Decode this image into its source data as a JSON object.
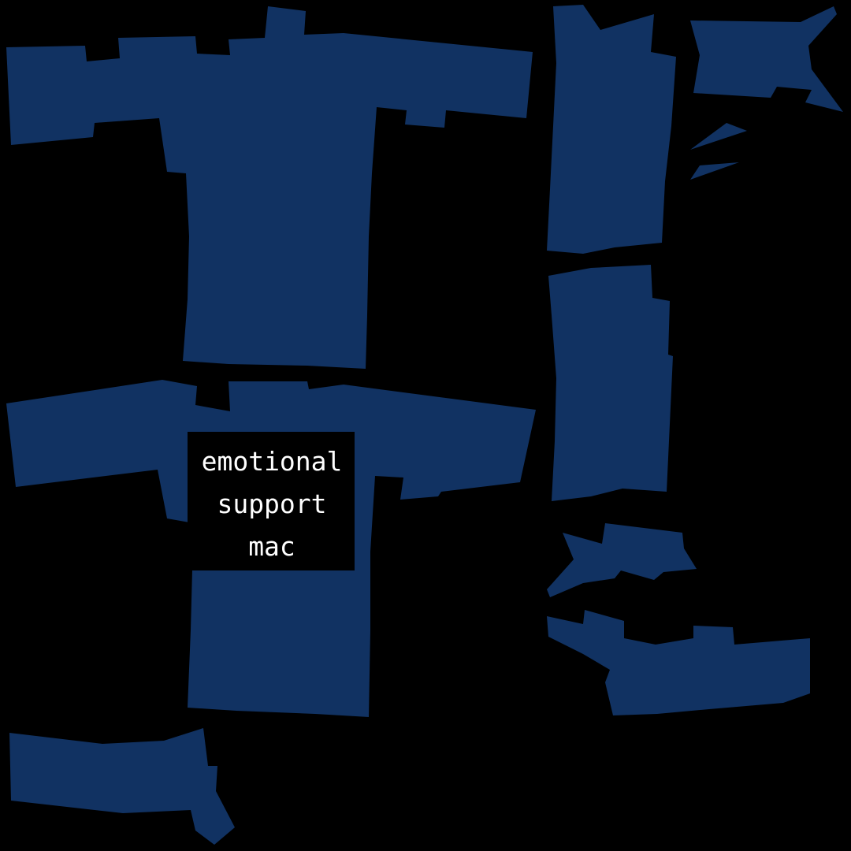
{
  "texture": {
    "background_color": "#000000",
    "fabric_color": "#113262",
    "print_background": "#000000",
    "print_text_color": "#ffffff"
  },
  "print": {
    "line1": "emotional",
    "line2": "support",
    "line3": "mac"
  }
}
